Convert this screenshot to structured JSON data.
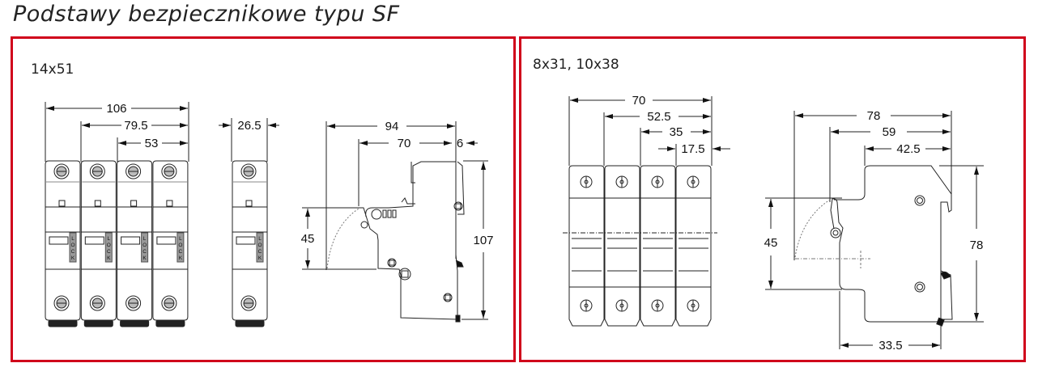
{
  "title": "Podstawy bezpiecznikowe typu SF",
  "accent_color": "#d0021b",
  "panels": [
    {
      "label": "14x51",
      "front_view": {
        "poles": 4,
        "lock_text": "LOCK",
        "dims": [
          "106",
          "79.5",
          "53"
        ]
      },
      "single_view": {
        "dims": [
          "26.5"
        ]
      },
      "side_view": {
        "dims": [
          "94",
          "70",
          "6",
          "45",
          "107"
        ]
      }
    },
    {
      "label": "8x31, 10x38",
      "front_view": {
        "poles": 4,
        "dims": [
          "70",
          "52.5",
          "35",
          "17.5"
        ]
      },
      "side_view": {
        "dims": [
          "78",
          "59",
          "42.5",
          "45",
          "78",
          "33.5"
        ]
      }
    }
  ]
}
